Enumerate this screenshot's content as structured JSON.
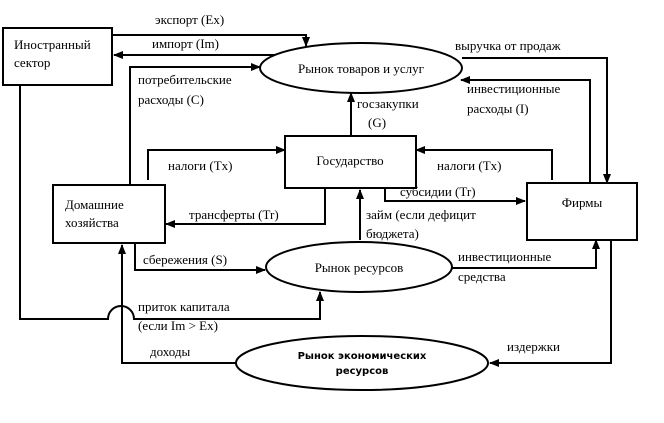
{
  "nodes": {
    "foreign": {
      "line1": "Иностранный",
      "line2": "сектор"
    },
    "goods_market": {
      "label": "Рынок товаров и услуг"
    },
    "state": {
      "label": "Государство"
    },
    "households": {
      "line1": "Домашние",
      "line2": "хозяйства"
    },
    "firms": {
      "label": "Фирмы"
    },
    "resource_market": {
      "label": "Рынок ресурсов"
    },
    "econ_resources": {
      "line1": "Рынок экономических",
      "line2": "ресурсов"
    }
  },
  "flows": {
    "export": "экспорт (Ex)",
    "import": "импорт (Im)",
    "revenue": "выручка от продаж",
    "consumer_1": "потребительские",
    "consumer_2": "расходы (С)",
    "invest_1": "инвестиционные",
    "invest_2": "расходы (I)",
    "gov_purchases_1": "госзакупки",
    "gov_purchases_2": "(G)",
    "taxes_households": "налоги (Tx)",
    "taxes_firms": "налоги (Tx)",
    "subsidies": "субсидии (Tr)",
    "transfers": "трансферты (Tr)",
    "loan_1": "займ (если дефицит",
    "loan_2": "бюджета)",
    "savings": "сбережения (S)",
    "invest_funds_1": "инвестиционные",
    "invest_funds_2": "средства",
    "capital_inflow_1": "приток капитала",
    "capital_inflow_2": "(если Im > Ex)",
    "income": "доходы",
    "costs": "издержки"
  }
}
